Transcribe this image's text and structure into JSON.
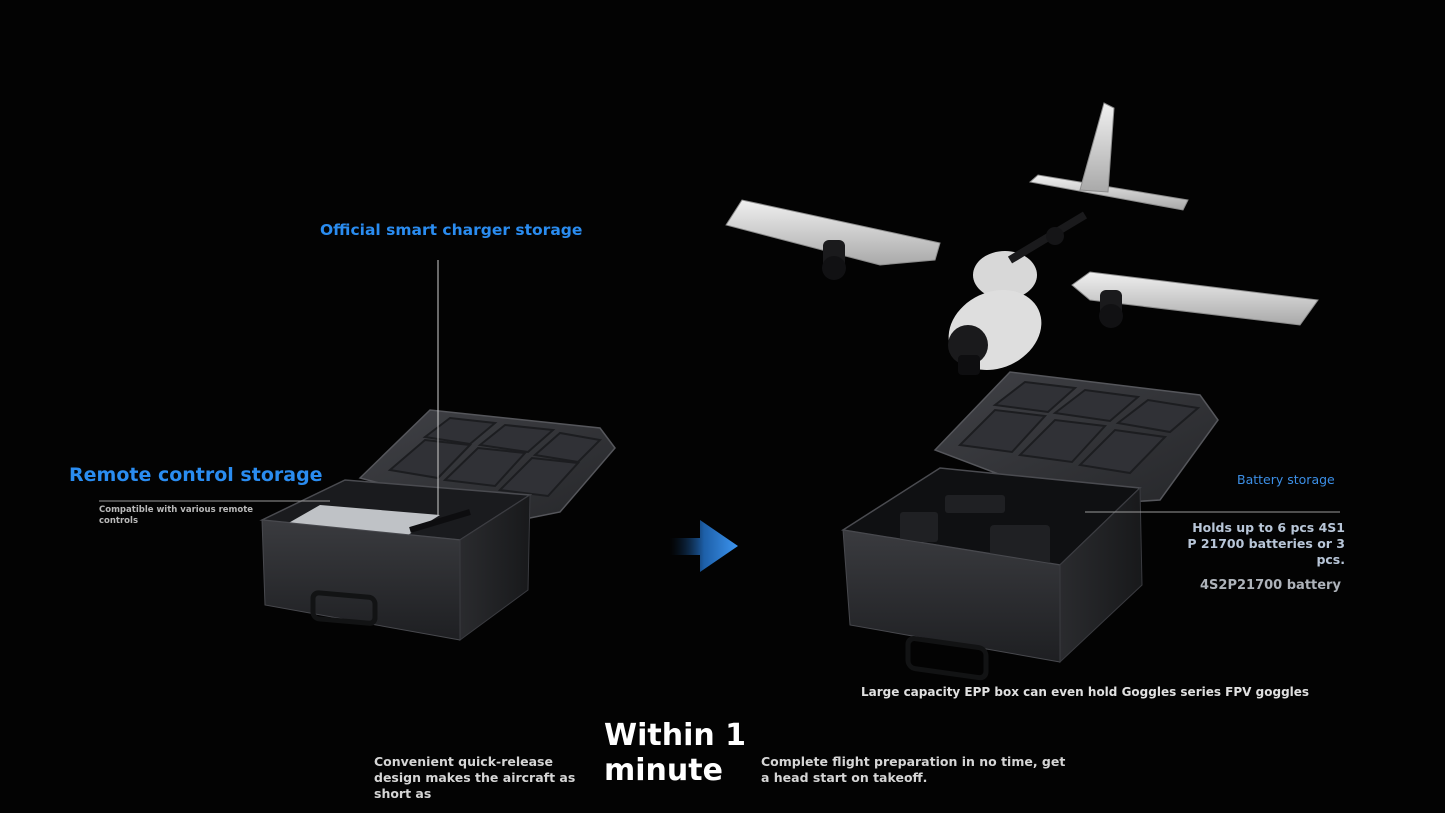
{
  "labels": {
    "charger_storage": "Official smart charger storage",
    "remote_storage": "Remote control storage",
    "remote_compat": "Compatible with various remote controls",
    "battery_storage": "Battery storage",
    "battery_capacity": "Holds up to 6 pcs 4S1 P 21700 batteries or 3 pcs.",
    "battery_type": "4S2P21700 battery",
    "epp_caption": "Large capacity EPP box can even hold Goggles series FPV goggles"
  },
  "bottom": {
    "release_text": "Convenient quick-release design makes the aircraft as short as",
    "headline": "Within 1 minute",
    "prep_text": "Complete flight preparation in no time, get a head start on takeoff."
  },
  "icons": {
    "transition_arrow": "arrow-right-icon"
  },
  "colors": {
    "background": "#030303",
    "label_blue": "#2a8cf0",
    "case_body": "#2b2c2f",
    "aircraft_white": "#dcdcdc"
  }
}
